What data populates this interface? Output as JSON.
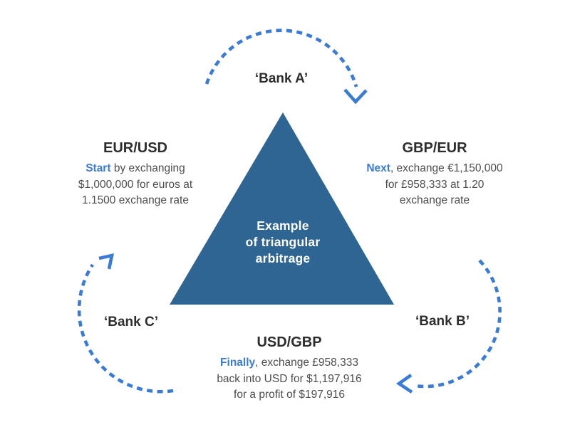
{
  "colors": {
    "accent": "#3A7CD5",
    "triangle": "#2F6593",
    "heading_text": "#2D2D2D",
    "body_text": "#4D4D4D",
    "background": "#FFFFFF"
  },
  "center_label": {
    "line1": "Example",
    "line2": "of triangular",
    "line3": "arbitrage"
  },
  "banks": {
    "a": {
      "label": "‘Bank A’"
    },
    "b": {
      "label": "‘Bank B’"
    },
    "c": {
      "label": "‘Bank C’"
    }
  },
  "steps": {
    "eur_usd": {
      "title": "EUR/USD",
      "lead": "Start",
      "line1_rest": " by exchanging",
      "line2": "$1,000,000 for euros at",
      "line3": "1.1500 exchange rate"
    },
    "gbp_eur": {
      "title": "GBP/EUR",
      "lead": "Next",
      "line1_rest": ", exchange €1,150,000",
      "line2": "for £958,333 at 1.20",
      "line3": "exchange rate"
    },
    "usd_gbp": {
      "title": "USD/GBP",
      "lead": "Finally",
      "line1_rest": ", exchange £958,333",
      "line2": "back into USD for $1,197,916",
      "line3": "for a profit of $197,916"
    }
  }
}
